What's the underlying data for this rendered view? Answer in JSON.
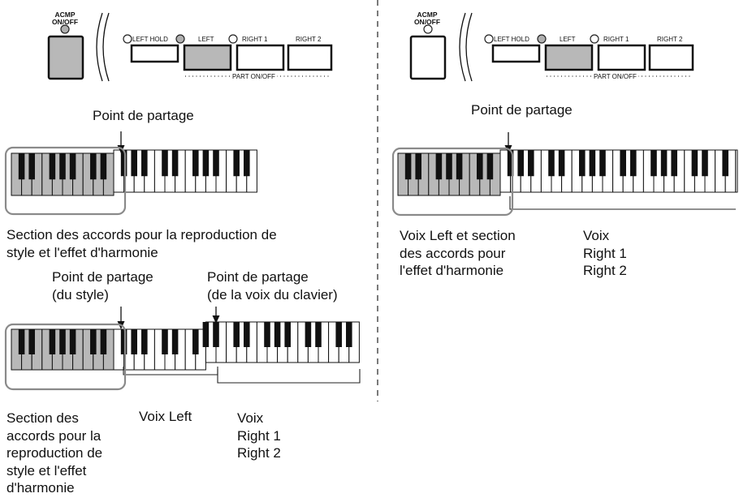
{
  "panel": {
    "acmp_label": "ACMP\nON/OFF",
    "buttons": [
      "LEFT HOLD",
      "LEFT",
      "RIGHT 1",
      "RIGHT 2"
    ],
    "part_label": "PART ON/OFF"
  },
  "left_top": {
    "split_title": "Point de partage",
    "caption": "Section des accords pour la reproduction de\nstyle et l'effet d'harmonie"
  },
  "left_bottom": {
    "split_style": "Point de partage\n(du style)",
    "split_voice": "Point de partage\n(de la voix du clavier)",
    "section_chords": "Section des\naccords pour la\nreproduction de\nstyle et l'effet\nd'harmonie",
    "voice_left": "Voix Left",
    "voice_right": "Voix\nRight 1\nRight 2"
  },
  "right_side": {
    "split_title": "Point de partage",
    "voice_left_section": "Voix Left et section\ndes accords pour\nl'effet d'harmonie",
    "voice_right": "Voix\nRight 1\nRight 2"
  },
  "colors": {
    "highlight": "#b8b8b8",
    "key_black": "#111111",
    "outline": "#8a8a8a"
  }
}
